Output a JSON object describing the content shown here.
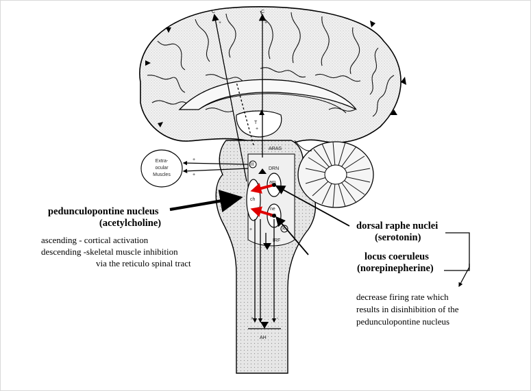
{
  "annotations": {
    "ppn": {
      "title": "pedunculopontine nucleus",
      "subtitle": "(acetylcholine)",
      "line1": "ascending - cortical activation",
      "line2": "descending -skeletal muscle inhibition",
      "line3": "via the reticulo spinal tract"
    },
    "drn": {
      "title": "dorsal raphe nuclei",
      "subtitle": "(serotonin)"
    },
    "lc": {
      "title": "locus coeruleus",
      "subtitle": "(norepinepherine)"
    },
    "effect": {
      "line1": "decrease firing rate which",
      "line2": "results in disinhibition of the",
      "line3": "pedunculopontine nucleus"
    }
  },
  "diagram_labels": {
    "cortex_left": "C",
    "cortex_right": "C",
    "thalamus": "T",
    "aras": "ARAS",
    "drn": "DRN",
    "am": "am",
    "ch": "ch",
    "ne": "ne",
    "lc": "LC",
    "irf": "IRF",
    "ah": "AH",
    "ocular_line1": "Extra-",
    "ocular_line2": "ocular",
    "ocular_line3": "Muscles",
    "node_iii": "III",
    "node_k": "K",
    "plus": "+",
    "minus": "-"
  },
  "colors": {
    "ink": "#000000",
    "brain_fill": "#ececec",
    "stem_fill": "#e4e4e4",
    "highlight_arrow": "#e00000"
  }
}
